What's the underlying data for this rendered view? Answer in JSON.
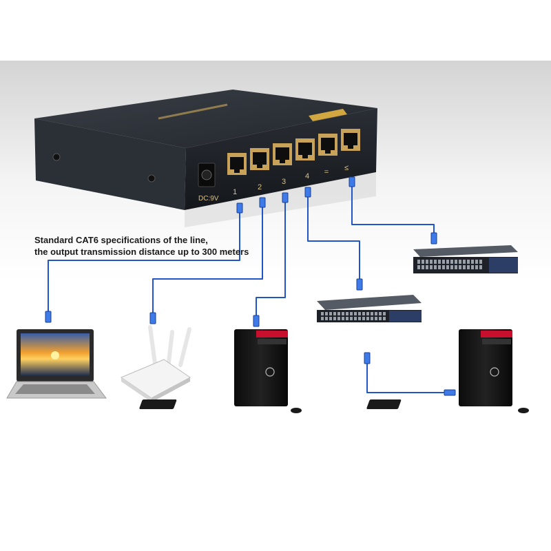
{
  "caption": {
    "line1": "Standard CAT6 specifications of the line,",
    "line2": "the output transmission distance up to 300 meters"
  },
  "extender": {
    "power_label": "DC:9V",
    "port_labels": [
      "1",
      "2",
      "3",
      "4"
    ],
    "cascade_symbols": [
      "=",
      "≤"
    ]
  },
  "colors": {
    "cable": "#1f55c9",
    "device_body": "#1e2228",
    "port_gold": "#c9a25a",
    "label_gold": "#d8c08a",
    "pc_red": "#c8102e",
    "switch_blue": "#2c3e66"
  },
  "icons": [
    "laptop-icon",
    "router-icon",
    "desktop-pc-icon",
    "network-switch-icon",
    "network-switch-icon",
    "desktop-pc-icon"
  ]
}
